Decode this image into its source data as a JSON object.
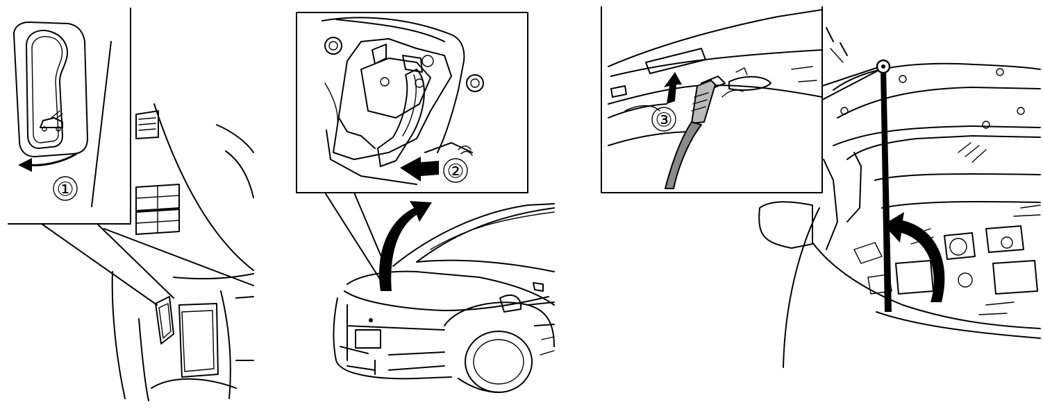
{
  "steps": {
    "step1": "①",
    "step2": "②",
    "step3": "③"
  },
  "colors": {
    "line": "#000000",
    "background": "#ffffff",
    "cable_gray": "#8a8a8a"
  },
  "icons": [
    "hood-release-lever",
    "hood-latch",
    "hood-support-rod",
    "curved-arrow"
  ]
}
